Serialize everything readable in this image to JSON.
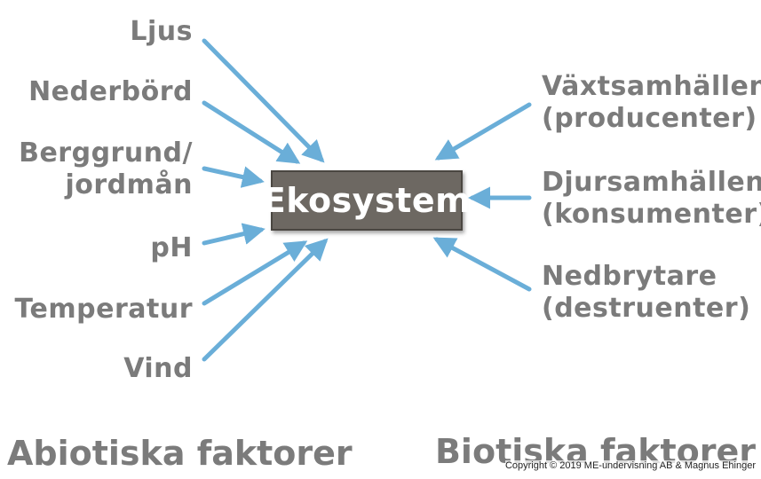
{
  "center": {
    "label": "Ekosystem"
  },
  "abiotic": {
    "heading": "Abiotiska faktorer",
    "factors": [
      {
        "line1": "Ljus",
        "line2": ""
      },
      {
        "line1": "Nederbörd",
        "line2": ""
      },
      {
        "line1": "Berggrund/",
        "line2": "jordmån"
      },
      {
        "line1": "pH",
        "line2": ""
      },
      {
        "line1": "Temperatur",
        "line2": ""
      },
      {
        "line1": "Vind",
        "line2": ""
      }
    ]
  },
  "biotic": {
    "heading": "Biotiska faktorer",
    "factors": [
      {
        "line1": "Växtsamhällen",
        "line2": "(producenter)"
      },
      {
        "line1": "Djursamhällen",
        "line2": "(konsumenter)"
      },
      {
        "line1": "Nedbrytare",
        "line2": "(destruenter)"
      }
    ]
  },
  "copyright": "Copyright © 2019 ME-undervisning AB & Magnus Ehinger",
  "colors": {
    "arrow": "#6aaed8",
    "text": "#7b7b7b",
    "box": "#6d6862",
    "box_text": "#ffffff"
  }
}
